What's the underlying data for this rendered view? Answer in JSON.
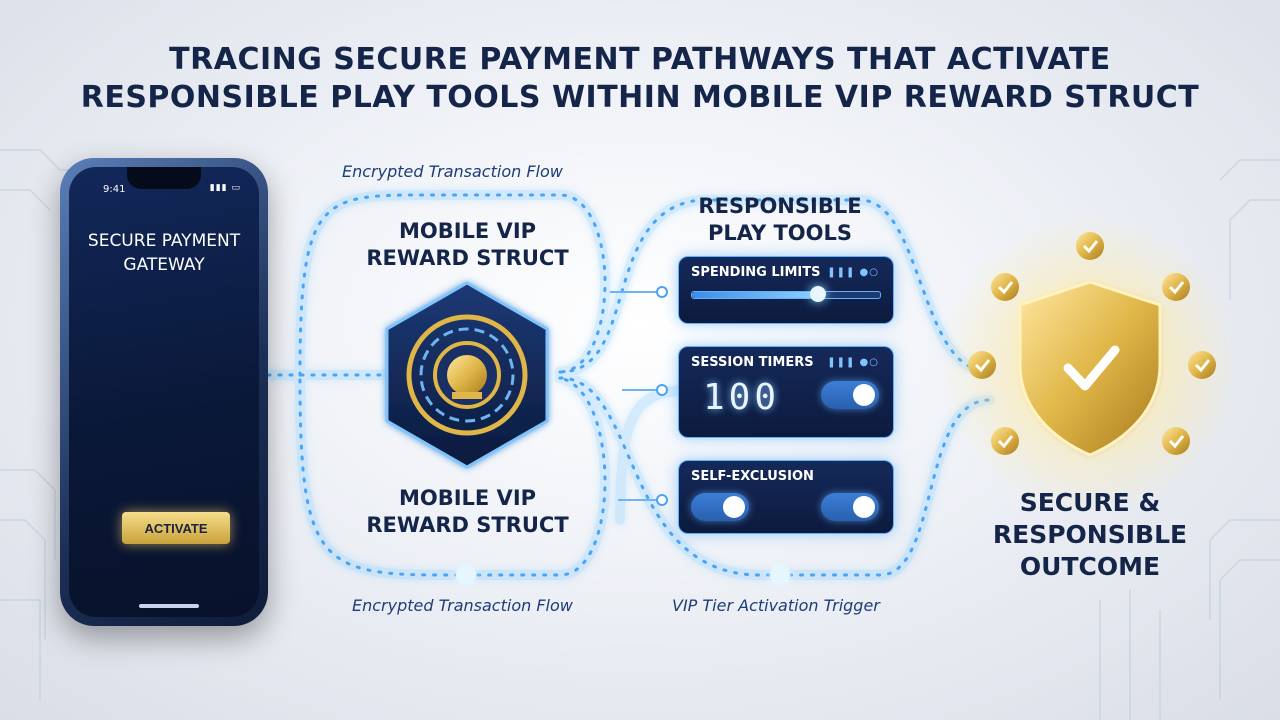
{
  "header": {
    "title_line1": "TRACING SECURE PAYMENT PATHWAYS THAT ACTIVATE",
    "title_line2": "RESPONSIBLE PLAY TOOLS WITHIN MOBILE VIP REWARD STRUCT"
  },
  "phone": {
    "time": "9:41",
    "title": "SECURE PAYMENT GATEWAY",
    "button": "ACTIVATE"
  },
  "flow_labels": {
    "top": "Encrypted Transaction Flow",
    "bottom_left": "Encrypted Transaction Flow",
    "bottom_right": "VIP Tier Activation Trigger"
  },
  "hub": {
    "label_top": "MOBILE VIP REWARD STRUCT",
    "label_bottom": "MOBILE VIP REWARD STRUCT"
  },
  "tools": {
    "title": "RESPONSIBLE PLAY TOOLS",
    "spending": {
      "label": "SPENDING LIMITS",
      "level": 0.67
    },
    "timers": {
      "label": "SESSION TIMERS",
      "digits": "100"
    },
    "exclusion": {
      "label": "SELF-EXCLUSION"
    }
  },
  "outcome": {
    "label": "SECURE & RESPONSIBLE OUTCOME"
  },
  "colors": {
    "navy": "#15254a",
    "glow": "#5fb1ff",
    "gold": "#e0b648"
  }
}
